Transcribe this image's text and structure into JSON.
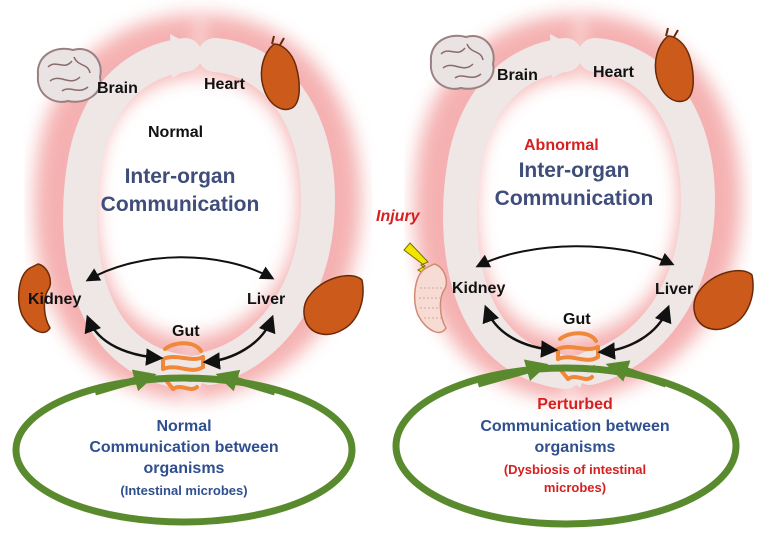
{
  "colors": {
    "glow": "#f4a9a9",
    "band": "#efe6e6",
    "organ": "#cc5a1a",
    "gut": "#f0883a",
    "ring": "#5a8a2e",
    "red_text": "#d62020",
    "blue_text": "#2f4f8f",
    "title_text": "#3f4d7a",
    "lightning": "#f2e600"
  },
  "icons": [
    "brain-icon",
    "heart-icon",
    "kidney-icon",
    "liver-icon",
    "gut-icon",
    "lightning-icon"
  ],
  "left_panel": {
    "organs": {
      "brain": "Brain",
      "heart": "Heart",
      "kidney": "Kidney",
      "liver": "Liver",
      "gut": "Gut"
    },
    "status": "Normal",
    "title_line1": "Inter-organ",
    "title_line2": "Communication",
    "bottom_status": "Normal",
    "bottom_line1": "Communication between",
    "bottom_line2": "organisms",
    "bottom_note": "(Intestinal microbes)"
  },
  "right_panel": {
    "organs": {
      "brain": "Brain",
      "heart": "Heart",
      "kidney": "Kidney",
      "liver": "Liver",
      "gut": "Gut"
    },
    "status": "Abnormal",
    "title_line1": "Inter-organ",
    "title_line2": "Communication",
    "injury": "Injury",
    "bottom_status": "Perturbed",
    "bottom_line1": "Communication between",
    "bottom_line2": "organisms",
    "bottom_note_line1": "(Dysbiosis of intestinal",
    "bottom_note_line2": "microbes)"
  }
}
